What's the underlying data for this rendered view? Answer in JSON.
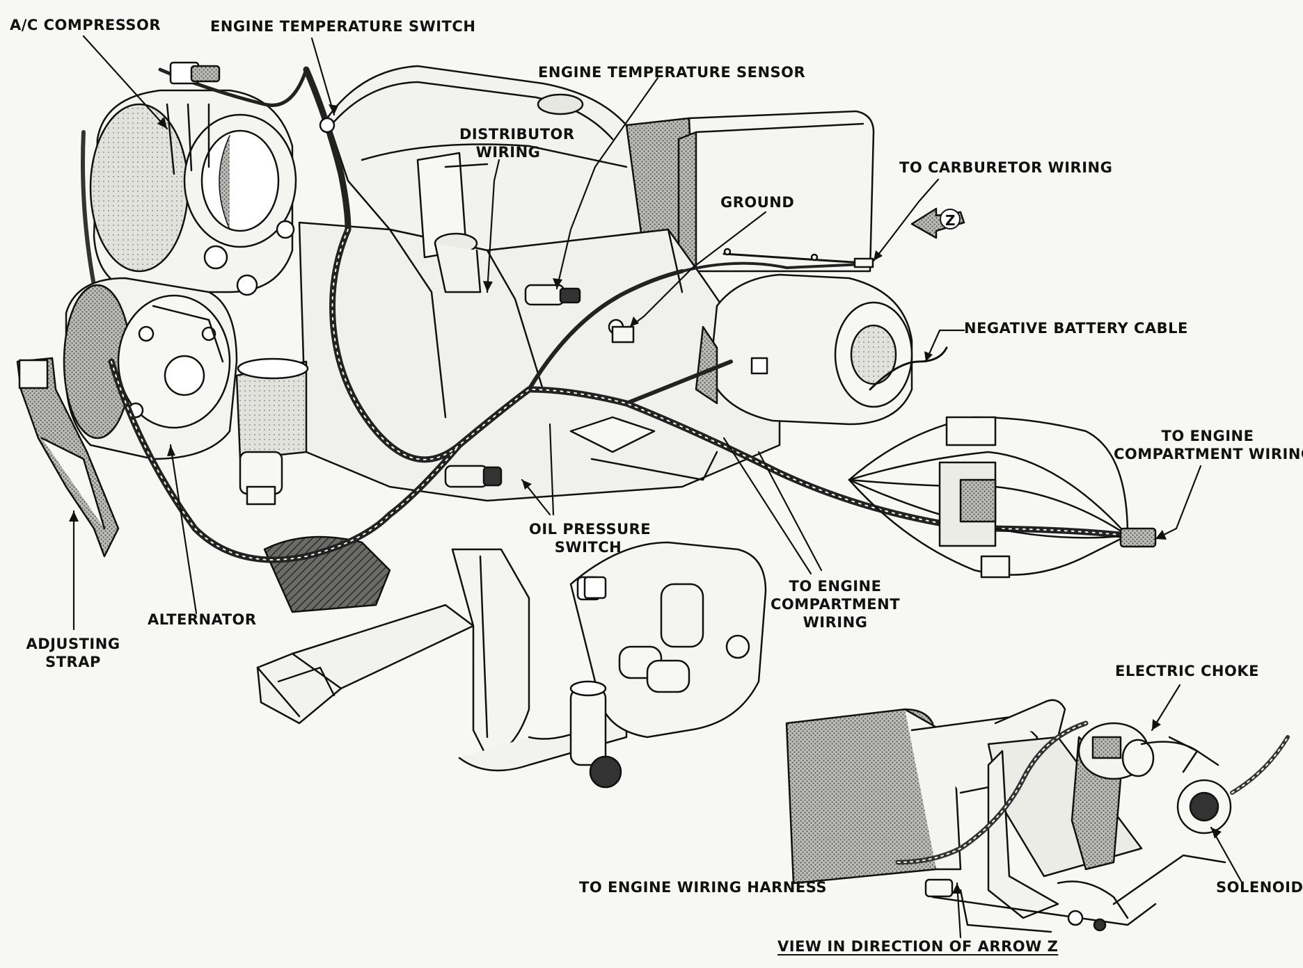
{
  "labels": {
    "ac_compressor": "A/C COMPRESSOR",
    "engine_temperature_switch": "ENGINE TEMPERATURE SWITCH",
    "engine_temperature_sensor": "ENGINE TEMPERATURE SENSOR",
    "distributor_wiring_1": "DISTRIBUTOR",
    "distributor_wiring_2": "WIRING",
    "to_carburetor_wiring": "TO CARBURETOR WIRING",
    "ground": "GROUND",
    "arrow_z": "Z",
    "negative_battery_cable": "NEGATIVE BATTERY CABLE",
    "to_engine_compartment_wiring_right_1": "TO ENGINE",
    "to_engine_compartment_wiring_right_2": "COMPARTMENT WIRING",
    "oil_pressure_switch_1": "OIL PRESSURE",
    "oil_pressure_switch_2": "SWITCH",
    "to_engine_compartment_wiring_center_1": "TO ENGINE",
    "to_engine_compartment_wiring_center_2": "COMPARTMENT",
    "to_engine_compartment_wiring_center_3": "WIRING",
    "alternator": "ALTERNATOR",
    "adjusting_strap_1": "ADJUSTING",
    "adjusting_strap_2": "STRAP",
    "electric_choke": "ELECTRIC CHOKE",
    "to_engine_wiring_harness": "TO ENGINE WIRING HARNESS",
    "solenoid": "SOLENOID",
    "view_in_direction": "VIEW IN DIRECTION OF ARROW Z"
  },
  "colors": {
    "ink": "#111111",
    "paper": "#f7f7f4",
    "shade": "#8a8a86",
    "dark_shade": "#3a3a38",
    "light_shade": "#d9d9d4"
  }
}
